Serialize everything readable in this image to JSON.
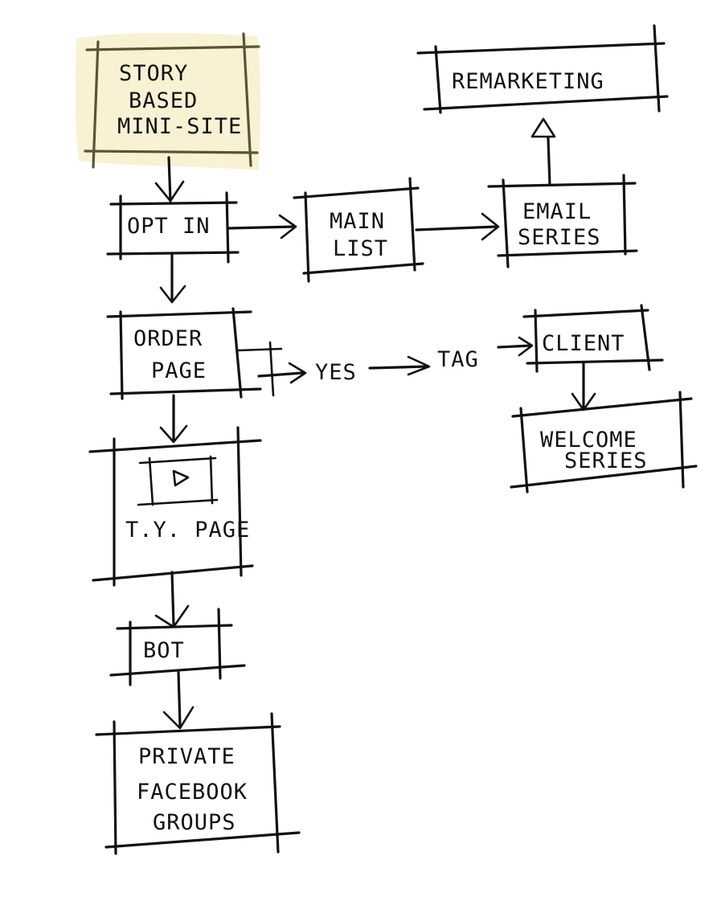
{
  "diagram": {
    "title": "",
    "style": "hand-drawn sketch flowchart",
    "colors": {
      "ink": "#111111",
      "highlight": "#f7eecb",
      "highlight_ink": "#5a5436",
      "background": "#ffffff"
    },
    "nodes": [
      {
        "id": "story",
        "lines": [
          "STORY",
          "BASED",
          "MINI-SITE"
        ],
        "highlighted": true
      },
      {
        "id": "optin",
        "lines": [
          "OPT IN"
        ]
      },
      {
        "id": "mainlist",
        "lines": [
          "MAIN",
          "LIST"
        ]
      },
      {
        "id": "emailseries",
        "lines": [
          "EMAIL",
          "SERIES"
        ]
      },
      {
        "id": "remarketing",
        "lines": [
          "REMARKETING"
        ]
      },
      {
        "id": "orderpage",
        "lines": [
          "ORDER",
          "PAGE"
        ]
      },
      {
        "id": "client",
        "lines": [
          "CLIENT"
        ]
      },
      {
        "id": "welcome",
        "lines": [
          "WELCOME",
          "SERIES"
        ]
      },
      {
        "id": "typage",
        "lines": [
          "T.Y. PAGE"
        ],
        "icon": "video-play-icon"
      },
      {
        "id": "bot",
        "lines": [
          "BOT"
        ]
      },
      {
        "id": "fbgroup",
        "lines": [
          "PRIVATE",
          "FACEBOOK",
          "GROUPS"
        ]
      }
    ],
    "inline_labels": {
      "yes": "YES",
      "tag": "TAG"
    },
    "edges": [
      {
        "from": "story",
        "to": "optin"
      },
      {
        "from": "optin",
        "to": "mainlist"
      },
      {
        "from": "mainlist",
        "to": "emailseries"
      },
      {
        "from": "emailseries",
        "to": "remarketing"
      },
      {
        "from": "optin",
        "to": "orderpage"
      },
      {
        "from": "orderpage",
        "to": "yes"
      },
      {
        "from": "yes",
        "to": "tag"
      },
      {
        "from": "tag",
        "to": "client"
      },
      {
        "from": "client",
        "to": "welcome"
      },
      {
        "from": "orderpage",
        "to": "typage"
      },
      {
        "from": "typage",
        "to": "bot"
      },
      {
        "from": "bot",
        "to": "fbgroup"
      }
    ]
  }
}
